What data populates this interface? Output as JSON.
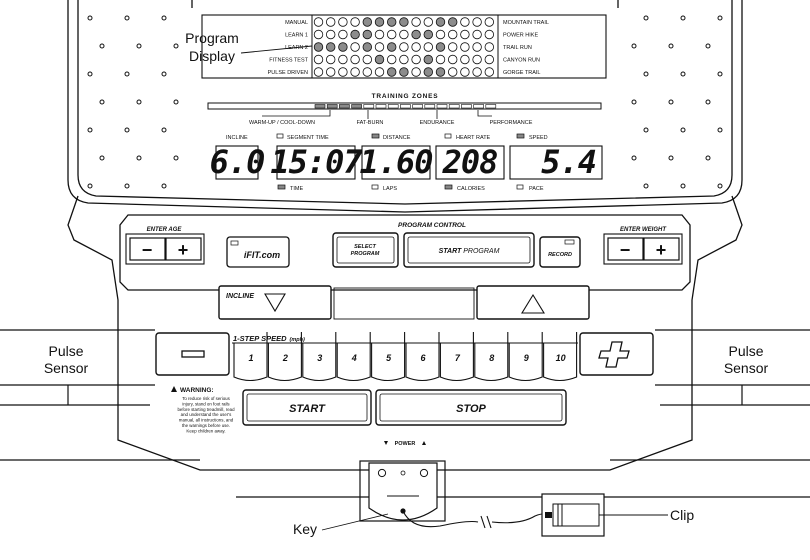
{
  "program_display_label": "Program Display",
  "programs_left": [
    "MANUAL",
    "LEARN 1",
    "LEARN 2",
    "FITNESS TEST",
    "PULSE DRIVEN"
  ],
  "programs_right": [
    "MOUNTAIN TRAIL",
    "POWER HIKE",
    "TRAIL RUN",
    "CANYON RUN",
    "GORGE TRAIL"
  ],
  "training_zones": {
    "title": "TRAINING ZONES",
    "zones": [
      "WARM-UP / COOL-DOWN",
      "FAT-BURN",
      "ENDURANCE",
      "PERFORMANCE"
    ]
  },
  "displays": {
    "incline": {
      "label": "INCLINE",
      "value": "6.0"
    },
    "time": {
      "label_top": "SEGMENT TIME",
      "label_bottom": "TIME",
      "value": "15:07"
    },
    "distance": {
      "label_top": "DISTANCE",
      "label_bottom": "LAPS",
      "value": "1.60"
    },
    "heart_rate": {
      "label_top": "HEART RATE",
      "label_bottom": "CALORIES",
      "value": "208"
    },
    "speed": {
      "label_top": "SPEED",
      "label_bottom": "PACE",
      "value": "5.4"
    }
  },
  "program_control": {
    "title": "PROGRAM CONTROL",
    "select_program_line1": "SELECT",
    "select_program_line2": "PROGRAM",
    "start_program_a": "START",
    "start_program_b": " PROGRAM",
    "record": "RECORD",
    "ifit_logo": "iFIT.com"
  },
  "enter_age": "ENTER AGE",
  "enter_weight": "ENTER WEIGHT",
  "minus_symbol": "−",
  "plus_symbol": "+",
  "incline_label": "INCLINE",
  "one_step_speed": {
    "label": "1-STEP SPEED",
    "unit": "(mph)",
    "keys": [
      "1",
      "2",
      "3",
      "4",
      "5",
      "6",
      "7",
      "8",
      "9",
      "10"
    ]
  },
  "start_label": "START",
  "stop_label": "STOP",
  "warning": {
    "title": "WARNING:",
    "lines": [
      "To reduce risk of serious",
      "injury, stand on foot rails",
      "before starting treadmill, read",
      "and understand the user's",
      "manual, all instructions, and",
      "the warnings before use.",
      "Keep children away."
    ]
  },
  "power_label": "POWER",
  "pulse_sensor_left": [
    "Pulse",
    "Sensor"
  ],
  "pulse_sensor_right": [
    "Pulse",
    "Sensor"
  ],
  "key_label": "Key",
  "clip_label": "Clip",
  "lit_dots": [
    [
      0,
      4
    ],
    [
      0,
      5
    ],
    [
      0,
      6
    ],
    [
      0,
      7
    ],
    [
      0,
      10
    ],
    [
      0,
      11
    ],
    [
      1,
      3
    ],
    [
      1,
      4
    ],
    [
      1,
      8
    ],
    [
      1,
      9
    ],
    [
      2,
      0
    ],
    [
      2,
      1
    ],
    [
      2,
      2
    ],
    [
      2,
      4
    ],
    [
      2,
      6
    ],
    [
      2,
      10
    ],
    [
      3,
      5
    ],
    [
      3,
      9
    ],
    [
      4,
      6
    ],
    [
      4,
      7
    ],
    [
      4,
      9
    ],
    [
      4,
      10
    ]
  ]
}
